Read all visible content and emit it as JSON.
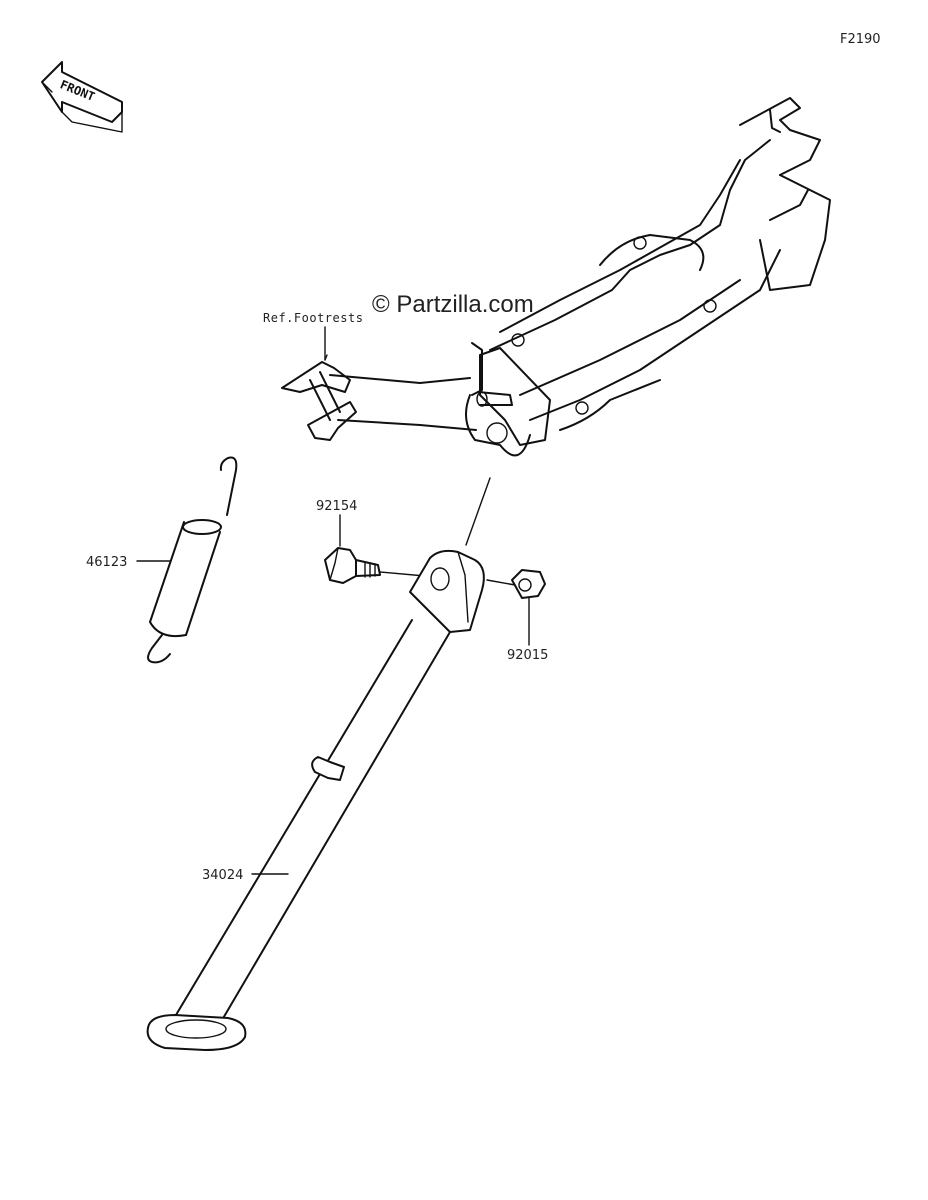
{
  "diagram_code": "F2190",
  "watermark": "© Partzilla.com",
  "front_label": "FRONT",
  "reference_label": "Ref.Footrests",
  "parts": [
    {
      "number": "92154"
    },
    {
      "number": "46123"
    },
    {
      "number": "92015"
    },
    {
      "number": "34024"
    }
  ]
}
